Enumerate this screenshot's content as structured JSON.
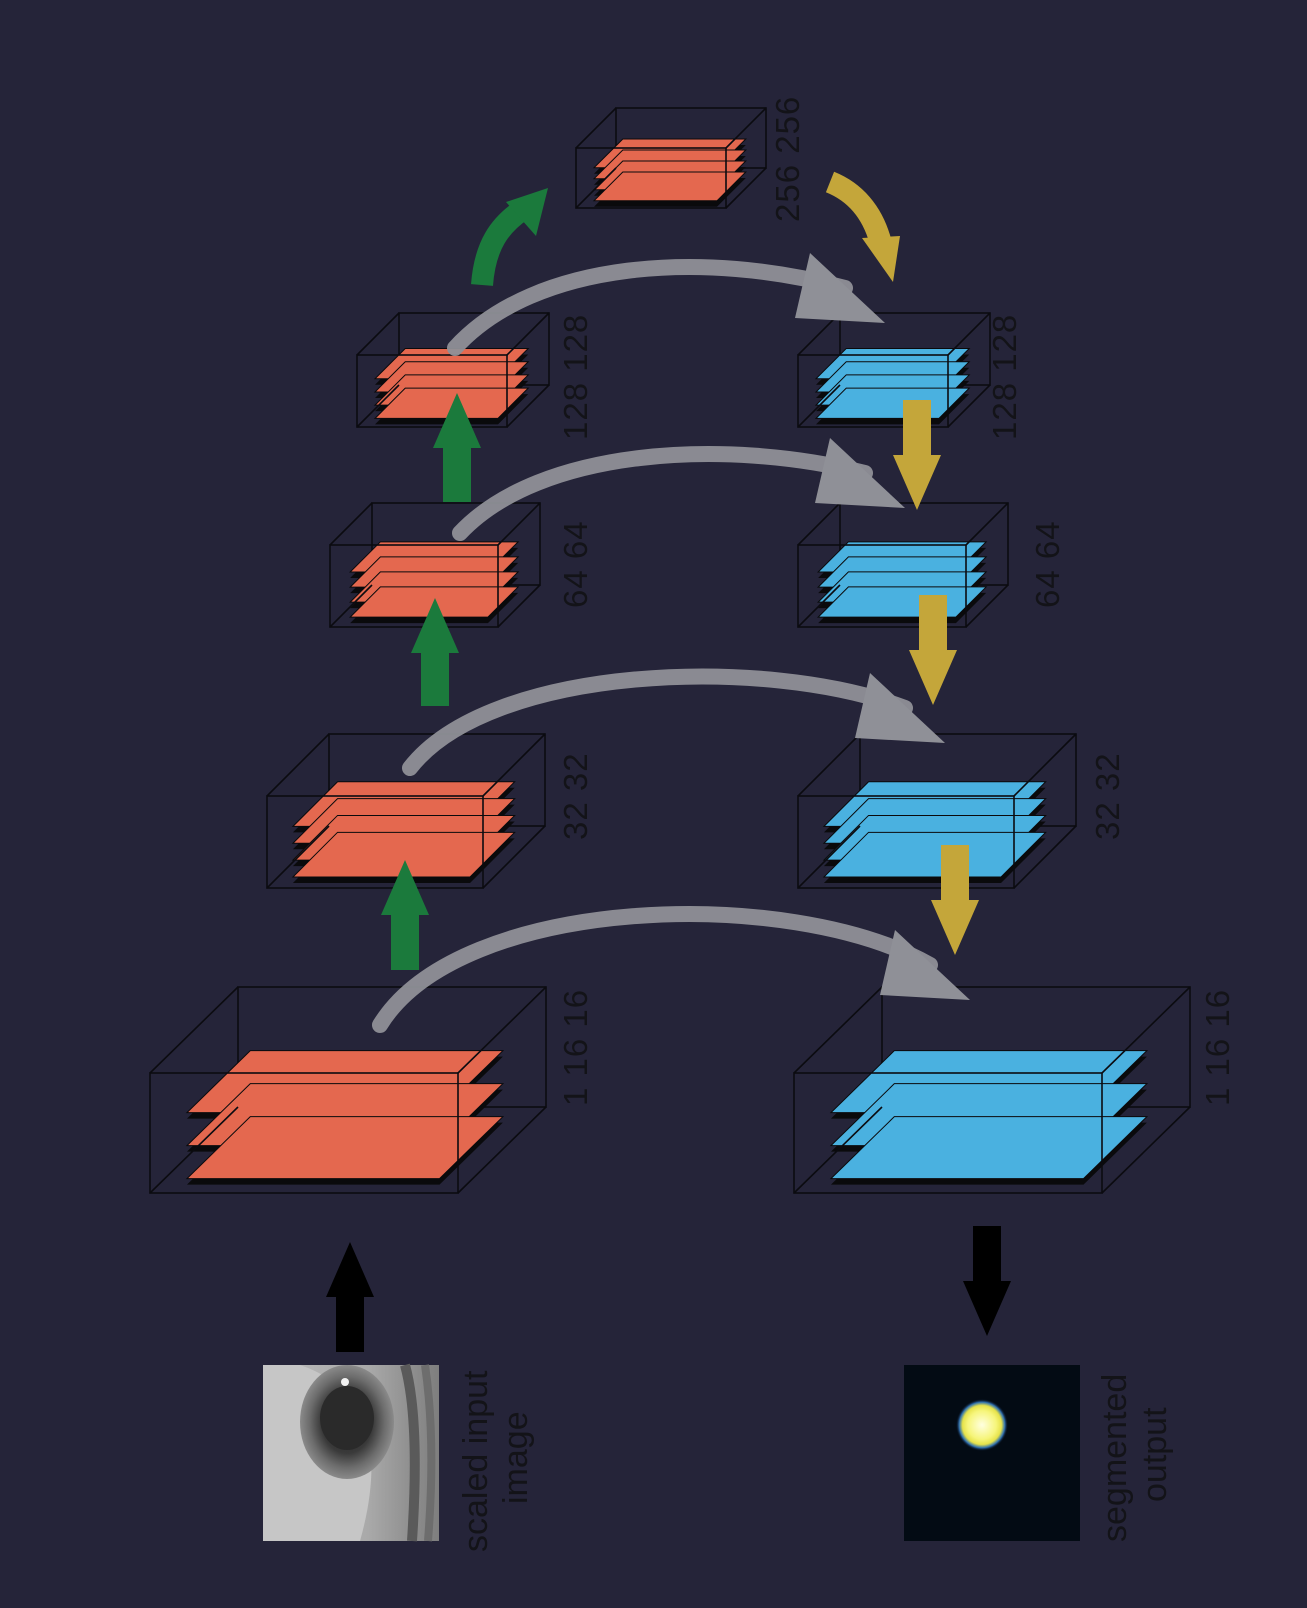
{
  "colors": {
    "background": "#252439",
    "encoder_plane": "#e4684f",
    "decoder_plane": "#4ab1e0",
    "down_arrow": "#1b7a3c",
    "up_arrow": "#c4a63a",
    "skip_arrow": "#8f9097",
    "io_arrow": "#000000",
    "label_text": "#131318"
  },
  "icons": {
    "input_image": "eye-photo-icon",
    "output_image": "pupil-mask-icon"
  },
  "encoder": [
    {
      "label": "1 16 16",
      "planes": 3
    },
    {
      "label": "32 32",
      "planes": 4
    },
    {
      "label": "64 64",
      "planes": 4
    },
    {
      "label": "128 128",
      "planes": 4
    }
  ],
  "bottleneck": {
    "label": "256 256",
    "planes": 4
  },
  "decoder": [
    {
      "label": "128 128",
      "planes": 4
    },
    {
      "label": "64 64",
      "planes": 4
    },
    {
      "label": "32 32",
      "planes": 4
    },
    {
      "label": "1 16 16",
      "planes": 3
    }
  ],
  "input": {
    "caption_line1": "scaled input",
    "caption_line2": "image"
  },
  "output": {
    "caption_line1": "segmented",
    "caption_line2": "output"
  }
}
